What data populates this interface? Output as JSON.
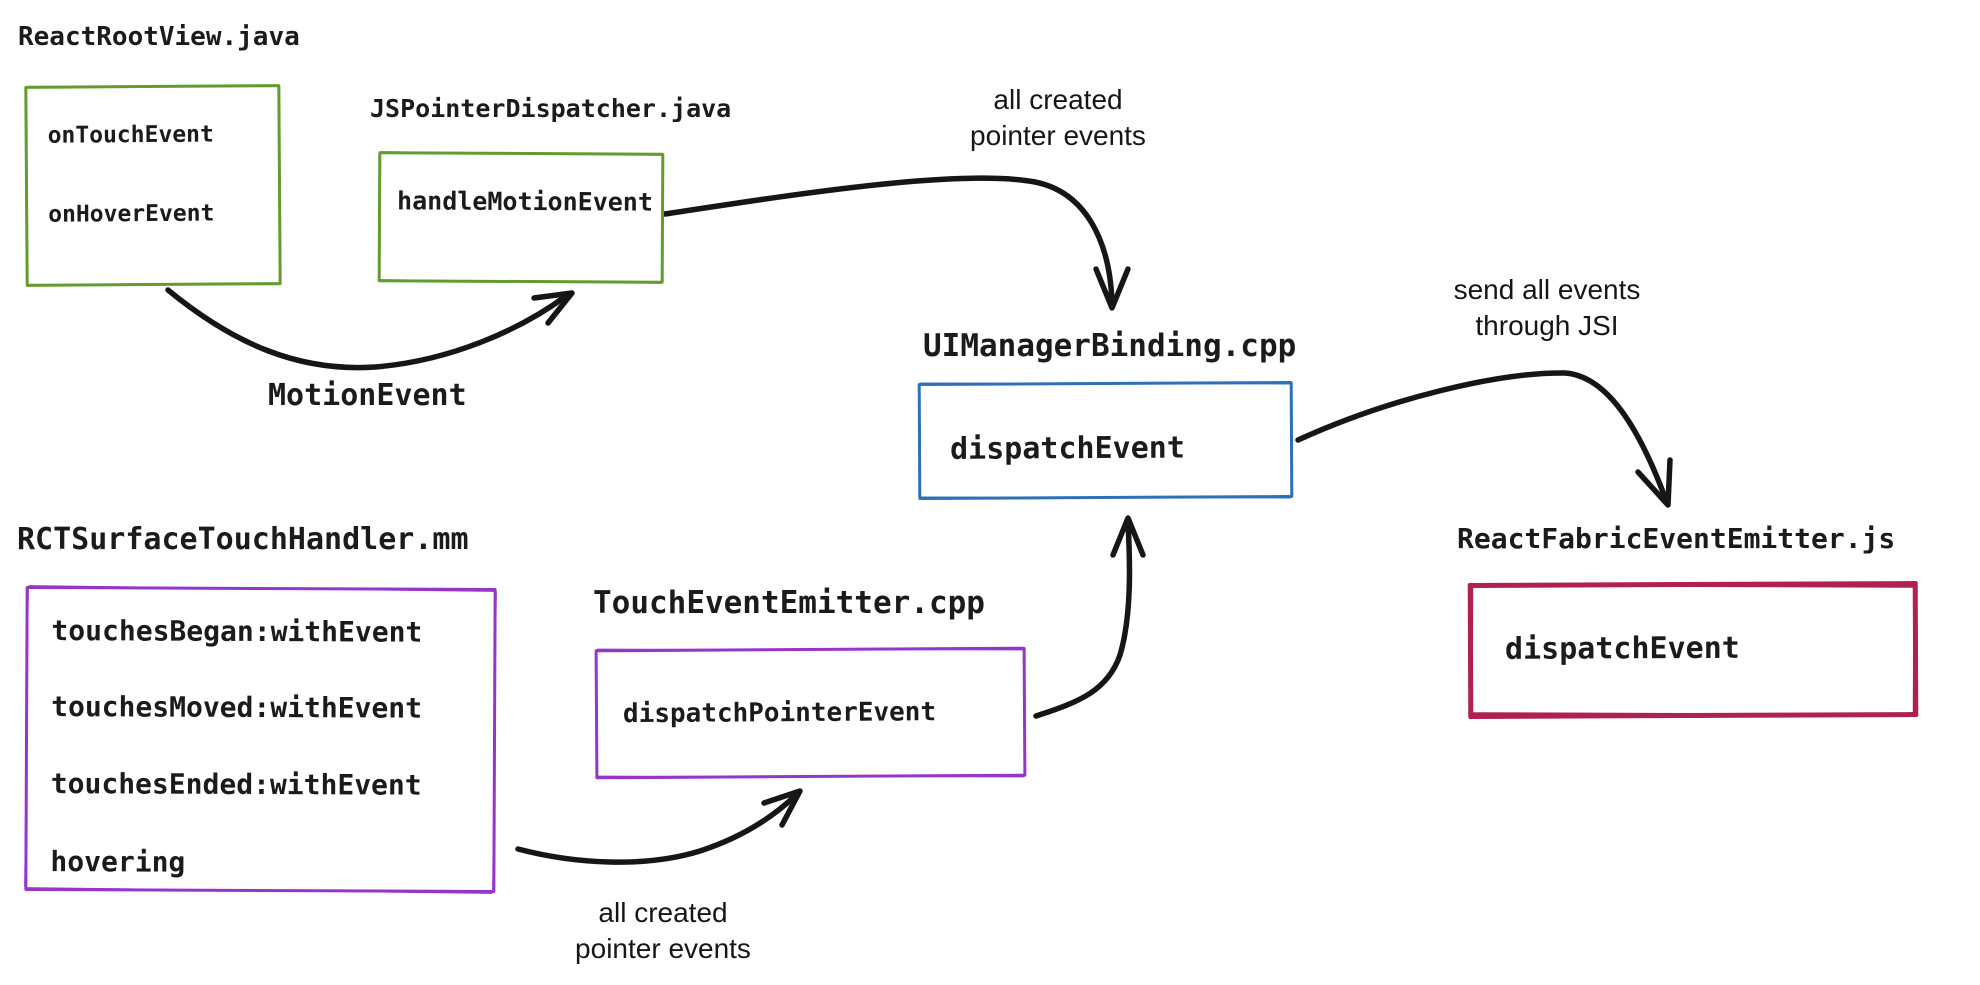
{
  "diagram_title": "",
  "nodes": {
    "react_root_view": {
      "file": "ReactRootView.java",
      "methods": [
        "onTouchEvent",
        "onHoverEvent"
      ],
      "color": "#639b2e"
    },
    "js_pointer_dispatcher": {
      "file": "JSPointerDispatcher.java",
      "methods": [
        "handleMotionEvent"
      ],
      "color": "#639b2e"
    },
    "ui_manager_binding": {
      "file": "UIManagerBinding.cpp",
      "methods": [
        "dispatchEvent"
      ],
      "color": "#2d71b8"
    },
    "react_fabric_event_emitter": {
      "file": "ReactFabricEventEmitter.js",
      "methods": [
        "dispatchEvent"
      ],
      "color": "#ae2150"
    },
    "rct_surface_touch_handler": {
      "file": "RCTSurfaceTouchHandler.mm",
      "methods": [
        "touchesBegan:withEvent",
        "touchesMoved:withEvent",
        "touchesEnded:withEvent",
        "hovering"
      ],
      "color": "#9536c8"
    },
    "touch_event_emitter": {
      "file": "TouchEventEmitter.cpp",
      "methods": [
        "dispatchPointerEvent"
      ],
      "color": "#9536c8"
    }
  },
  "edge_labels": {
    "motion_event": "MotionEvent",
    "top_pointer_events": [
      "all created",
      "pointer events"
    ],
    "send_through_jsi": [
      "send all events",
      "through JSI"
    ],
    "bottom_pointer_events": [
      "all created",
      "pointer events"
    ]
  },
  "colors": {
    "arrow": "#161616",
    "text": "#1b1b1b",
    "background": "#ffffff"
  }
}
